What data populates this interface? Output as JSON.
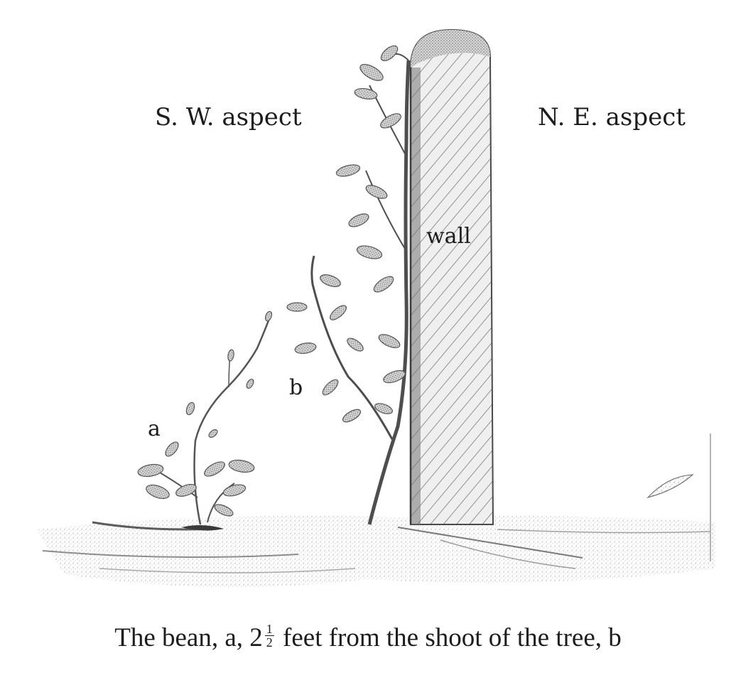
{
  "labels": {
    "sw_aspect": "S. W. aspect",
    "ne_aspect": "N. E. aspect",
    "wall": "wall",
    "plant_a": "a",
    "plant_b": "b"
  },
  "caption": {
    "before": "The bean, a, 2",
    "fraction_numerator": "1",
    "fraction_denominator": "2",
    "after": "feet from the shoot of the tree, b"
  },
  "colors": {
    "ink": "#1d1d1d",
    "shade": "#8a8a8a",
    "light_shade": "#cfcfcf",
    "paper": "#ffffff"
  }
}
